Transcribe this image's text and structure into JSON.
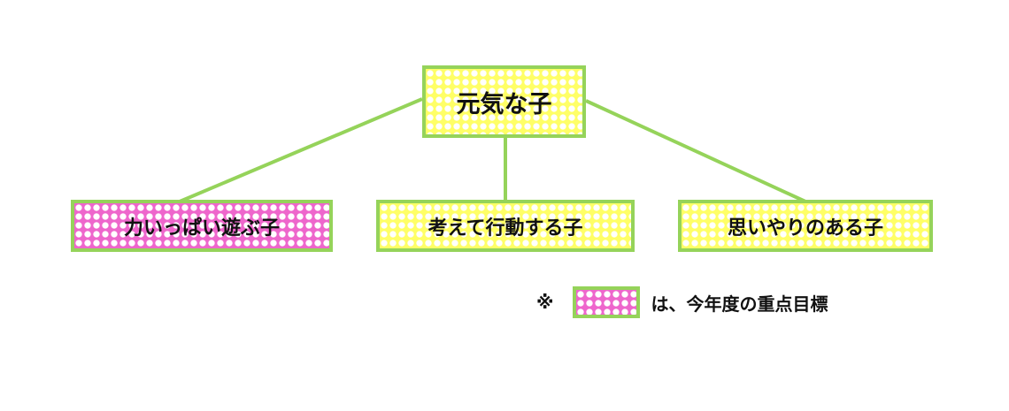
{
  "diagram": {
    "root": {
      "label": "元気な子"
    },
    "children": [
      {
        "label": "力いっぱい遊ぶ子",
        "highlighted": true
      },
      {
        "label": "考えて行動する子",
        "highlighted": false
      },
      {
        "label": "思いやりのある子",
        "highlighted": false
      }
    ]
  },
  "legend": {
    "mark": "※",
    "text": "は、今年度の重点目標"
  },
  "colors": {
    "border": "#95d35a",
    "normal_fill": "#ffff66",
    "highlight_fill": "#ee66cc",
    "dot": "#ffffff"
  }
}
